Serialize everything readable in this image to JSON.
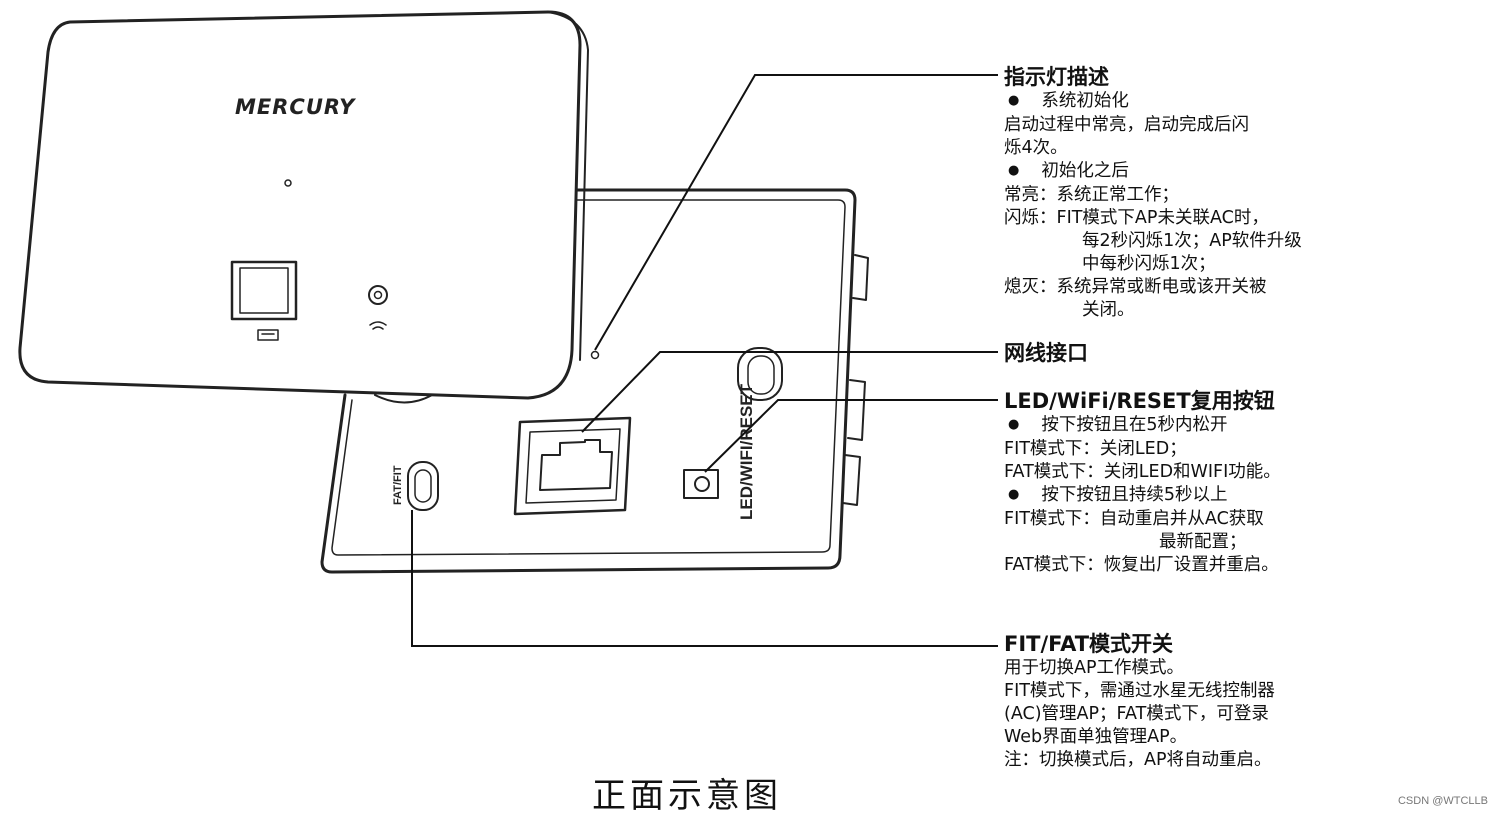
{
  "device": {
    "brand": "MERCURY",
    "side_switch_label": "FAT/FIT",
    "side_button_label": "LED/WIFI/RESET"
  },
  "annotations": {
    "indicator": {
      "title": "指示灯描述",
      "item1": "系统初始化",
      "line1": "启动过程中常亮，启动完成后闪",
      "line2": "烁4次。",
      "item2": "初始化之后",
      "line3": "常亮：系统正常工作；",
      "line4": "闪烁：FIT模式下AP未关联AC时，",
      "line5": "每2秒闪烁1次；AP软件升级",
      "line6": "中每秒闪烁1次；",
      "line7": "熄灭：系统异常或断电或该开关被",
      "line8": "关闭。"
    },
    "port": {
      "title": "网线接口"
    },
    "button": {
      "title": "LED/WiFi/RESET复用按钮",
      "item1": "按下按钮且在5秒内松开",
      "line1": "FIT模式下：关闭LED；",
      "line2": "FAT模式下：关闭LED和WIFI功能。",
      "item2": "按下按钮且持续5秒以上",
      "line3": "FIT模式下：自动重启并从AC获取",
      "line4": "最新配置；",
      "line5": "FAT模式下：恢复出厂设置并重启。"
    },
    "mode_switch": {
      "title": "FIT/FAT模式开关",
      "line1": "用于切换AP工作模式。",
      "line2": "FIT模式下，需通过水星无线控制器",
      "line3": "(AC)管理AP；FAT模式下，可登录",
      "line4": "Web界面单独管理AP。",
      "line5": "注：切换模式后，AP将自动重启。"
    }
  },
  "caption": "正面示意图",
  "watermark": "CSDN @WTCLLB"
}
